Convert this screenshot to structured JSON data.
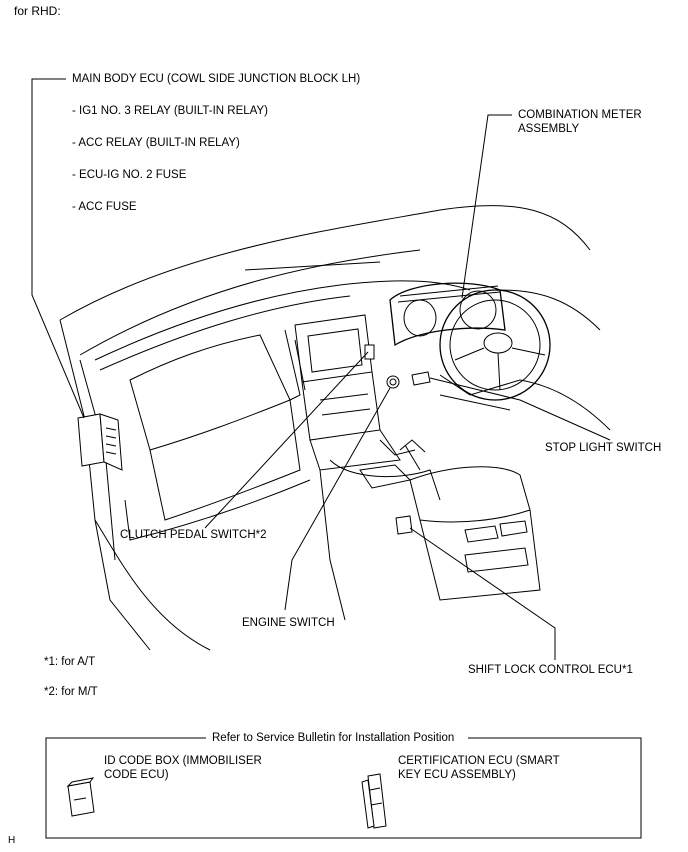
{
  "header": {
    "title": "for RHD:"
  },
  "main_body_ecu": {
    "title": "MAIN BODY ECU (COWL SIDE JUNCTION BLOCK LH)",
    "items": [
      "- IG1 NO. 3 RELAY (BUILT-IN RELAY)",
      "- ACC RELAY (BUILT-IN RELAY)",
      "- ECU-IG NO. 2 FUSE",
      "- ACC FUSE"
    ]
  },
  "labels": {
    "combination_meter": "COMBINATION METER ASSEMBLY",
    "stop_light_switch": "STOP LIGHT SWITCH",
    "clutch_pedal_switch": "CLUTCH PEDAL SWITCH*2",
    "engine_switch": "ENGINE SWITCH",
    "shift_lock_ecu": "SHIFT LOCK CONTROL ECU*1"
  },
  "notes": [
    "*1: for A/T",
    "*2: for M/T"
  ],
  "bulletin": {
    "title": "Refer to Service Bulletin for Installation Position",
    "id_code_box": "ID CODE BOX (IMMOBILISER CODE ECU)",
    "certification_ecu": "CERTIFICATION ECU (SMART KEY ECU ASSEMBLY)"
  },
  "footer": {
    "code": "H"
  }
}
